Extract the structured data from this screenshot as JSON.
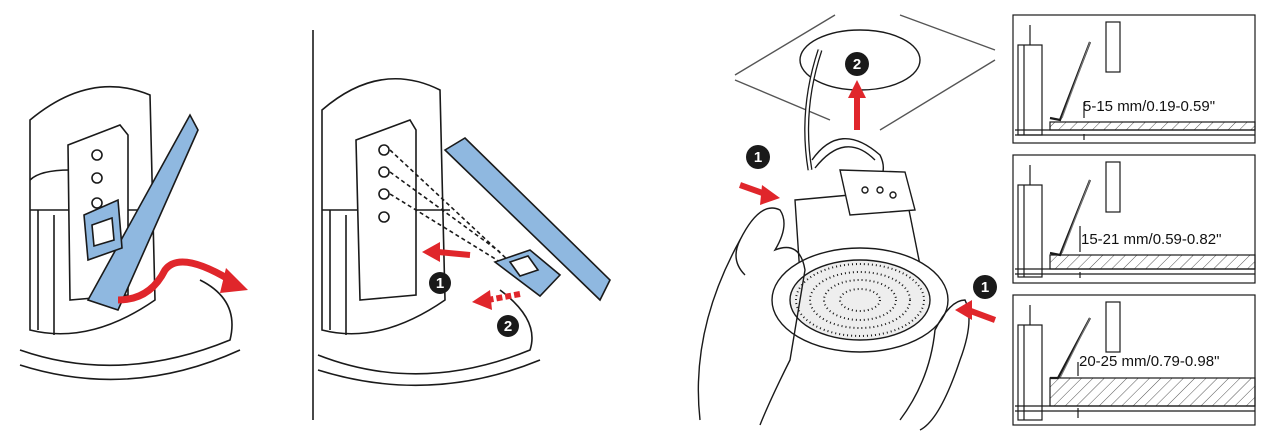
{
  "steps": {
    "one": "1",
    "two": "2"
  },
  "depth_panels": [
    {
      "label": "5-15 mm/0.19-0.59\""
    },
    {
      "label": "15-21 mm/0.59-0.82\""
    },
    {
      "label": "20-25 mm/0.79-0.98\""
    }
  ],
  "colors": {
    "clip_blue": "#8fb8e0",
    "arrow_red": "#e0262b",
    "line": "#1a1a1a",
    "badge": "#1a1a1a"
  }
}
